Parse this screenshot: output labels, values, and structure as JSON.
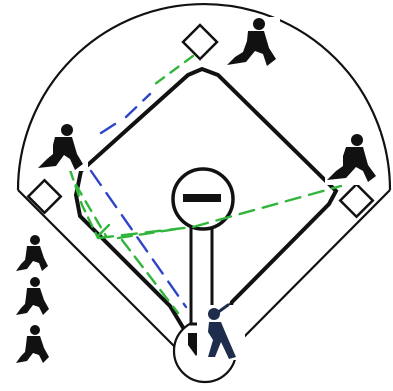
{
  "diagram": {
    "type": "baseball-field-play-diagram",
    "background_color": "#ffffff",
    "field_line_color": "#111111",
    "player_color": "#111111",
    "batter_color": "#1f2d4d",
    "route_colors": {
      "green": "#31b53b",
      "blue": "#2f45c8"
    },
    "route_style": "dashed",
    "elements": [
      "outfield-arc",
      "infield-diamond",
      "pitcher-mound",
      "first-base",
      "second-base",
      "third-base",
      "home-plate",
      "fielder-second-base",
      "fielder-third-base",
      "fielder-first-base",
      "batter",
      "waiting-player-1",
      "waiting-player-2",
      "waiting-player-3",
      "green-route",
      "blue-route"
    ]
  }
}
